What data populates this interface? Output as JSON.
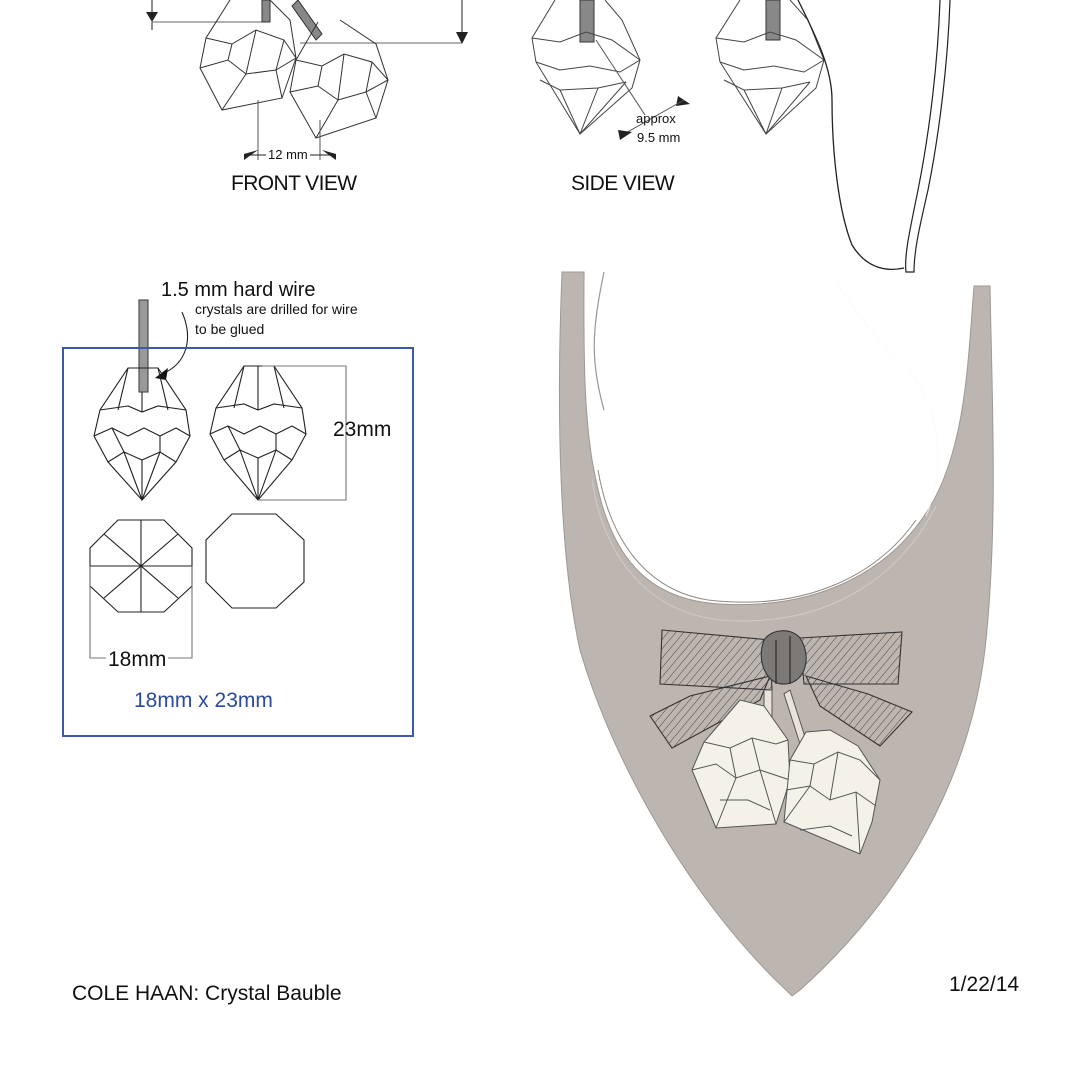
{
  "views": {
    "front_label": "FRONT VIEW",
    "side_label": "SIDE VIEW",
    "front_width_dim": "12 mm",
    "side_depth_dim_line1": "approx",
    "side_depth_dim_line2": "9.5 mm"
  },
  "wire": {
    "title": "1.5 mm hard wire",
    "note_line1": "crystals are drilled for wire",
    "note_line2": "to be glued"
  },
  "crystal_spec": {
    "height_dim": "23mm",
    "width_dim": "18mm",
    "size_summary": "18mm x 23mm"
  },
  "footer": {
    "brand_title": "COLE HAAN: Crystal Bauble",
    "date": "1/22/14"
  },
  "colors": {
    "shoe_fill": "#bdb6b0",
    "spec_box_border": "#3b5aa9",
    "spec_text": "#2b4a9a",
    "crystal_fill": "#f4f2e8",
    "bow_fill": "#8d8a88"
  }
}
